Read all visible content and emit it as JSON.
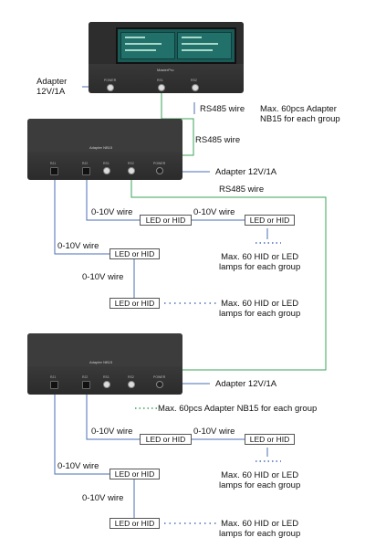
{
  "labels": {
    "adapter_top": "Adapter\n12V/1A",
    "rs485_a": "RS485 wire",
    "max_adapter_a": "Max. 60pcs Adapter\nNB15 for each group",
    "rs485_b": "RS485 wire",
    "adapter_mid": "Adapter 12V/1A",
    "rs485_c": "RS485 wire",
    "wire_0_10_a": "0-10V wire",
    "wire_0_10_b": "0-10V wire",
    "wire_0_10_c": "0-10V wire",
    "wire_0_10_d": "0-10V wire",
    "led_hid": "LED or HID",
    "max_hid_a": "Max. 60 HID or LED\nlamps for each group",
    "max_hid_b": "Max. 60 HID or LED\nlamps for each group",
    "adapter_bottom": "Adapter 12V/1A",
    "max_adapter_b": "Max. 60pcs Adapter NB15 for each group",
    "wire_0_10_e": "0-10V wire",
    "wire_0_10_f": "0-10V wire",
    "wire_0_10_g": "0-10V wire",
    "wire_0_10_h": "0-10V wire",
    "max_hid_c": "Max. 60 HID or LED\nlamps for each group",
    "max_hid_d": "Max. 60 HID or LED\nlamps for each group"
  },
  "device": {
    "master_name": "MasterPro",
    "master_port_1": "POWER",
    "master_port_2": "RS1",
    "master_port_3": "RS2",
    "nb15_name": "Adapter NB15",
    "nb15_port_1": "RJ1",
    "nb15_port_2": "RJ2",
    "nb15_port_3": "RS1",
    "nb15_port_4": "RS2",
    "nb15_port_5": "POWER"
  },
  "colors": {
    "wire_blue": "#4a6fb5",
    "wire_green": "#3aa35a",
    "screen": "#1b5b57"
  }
}
